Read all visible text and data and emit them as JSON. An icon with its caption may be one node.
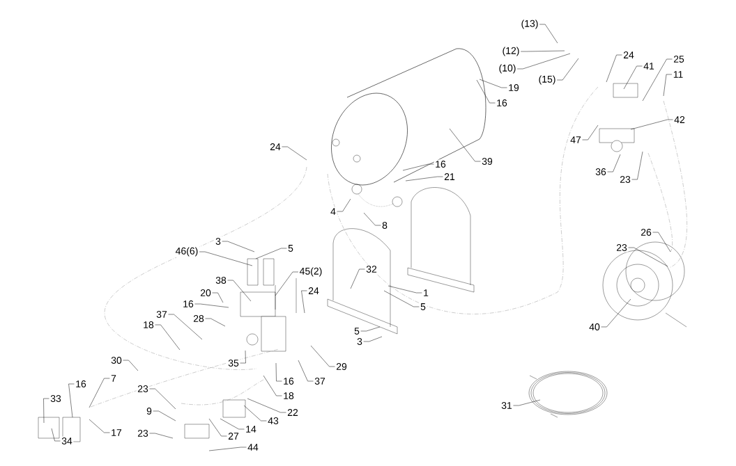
{
  "diagram": {
    "nodes": [
      {
        "text": [
          "(13)"
        ]
      },
      {
        "text": [
          "(12)"
        ]
      },
      {
        "text": [
          "(10)"
        ]
      },
      {
        "text": [
          "(15)"
        ]
      },
      {
        "text": [
          "24"
        ]
      },
      {
        "text": [
          "41"
        ]
      },
      {
        "text": [
          "25"
        ]
      },
      {
        "text": [
          "11"
        ]
      },
      {
        "text": [
          "19"
        ]
      },
      {
        "text": [
          "16"
        ]
      },
      {
        "text": [
          "42"
        ]
      },
      {
        "text": [
          "47"
        ]
      },
      {
        "text": [
          "39"
        ]
      },
      {
        "text": [
          "36"
        ]
      },
      {
        "text": [
          "23"
        ]
      },
      {
        "text": [
          "24"
        ]
      },
      {
        "text": [
          "16"
        ]
      },
      {
        "text": [
          "21"
        ]
      },
      {
        "text": [
          "4"
        ]
      },
      {
        "text": [
          "8"
        ]
      },
      {
        "text": [
          "26"
        ]
      },
      {
        "text": [
          "3"
        ]
      },
      {
        "text": [
          "5"
        ]
      },
      {
        "text": [
          "23"
        ]
      },
      {
        "text": [
          "46(6)"
        ]
      },
      {
        "text": [
          "45(2)"
        ]
      },
      {
        "text": [
          "32"
        ]
      },
      {
        "text": [
          "38"
        ]
      },
      {
        "text": [
          "24"
        ]
      },
      {
        "text": [
          "1"
        ]
      },
      {
        "text": [
          "20"
        ]
      },
      {
        "text": [
          "16"
        ]
      },
      {
        "text": [
          "5"
        ]
      },
      {
        "text": [
          "37"
        ]
      },
      {
        "text": [
          "28"
        ]
      },
      {
        "text": [
          "40"
        ]
      },
      {
        "text": [
          "18"
        ]
      },
      {
        "text": [
          "5"
        ]
      },
      {
        "text": [
          "3"
        ]
      },
      {
        "text": [
          "30"
        ]
      },
      {
        "text": [
          "35"
        ]
      },
      {
        "text": [
          "29"
        ]
      },
      {
        "text": [
          "7"
        ]
      },
      {
        "text": [
          "37"
        ]
      },
      {
        "text": [
          "16"
        ]
      },
      {
        "text": [
          "16"
        ]
      },
      {
        "text": [
          "23"
        ]
      },
      {
        "text": [
          "18"
        ]
      },
      {
        "text": [
          "33"
        ]
      },
      {
        "text": [
          "31"
        ]
      },
      {
        "text": [
          "9"
        ]
      },
      {
        "text": [
          "22"
        ]
      },
      {
        "text": [
          "43"
        ]
      },
      {
        "text": [
          "17"
        ]
      },
      {
        "text": [
          "14"
        ]
      },
      {
        "text": [
          "23"
        ]
      },
      {
        "text": [
          "27"
        ]
      },
      {
        "text": [
          "34"
        ]
      },
      {
        "text": [
          "44"
        ]
      }
    ],
    "edges": [
      {
        "from": 0,
        "to": null,
        "arrow": "none"
      },
      {
        "from": 1,
        "to": null,
        "arrow": "none"
      },
      {
        "from": 2,
        "to": null,
        "arrow": "none"
      },
      {
        "from": 3,
        "to": null,
        "arrow": "none"
      },
      {
        "from": 4,
        "to": null,
        "arrow": "none"
      },
      {
        "from": 5,
        "to": null,
        "arrow": "none"
      },
      {
        "from": 6,
        "to": null,
        "arrow": "none"
      },
      {
        "from": 7,
        "to": null,
        "arrow": "none"
      },
      {
        "from": 8,
        "to": null,
        "arrow": "none"
      },
      {
        "from": 9,
        "to": null,
        "arrow": "none"
      },
      {
        "from": 10,
        "to": null,
        "arrow": "none"
      },
      {
        "from": 11,
        "to": null,
        "arrow": "none"
      },
      {
        "from": 12,
        "to": null,
        "arrow": "none"
      },
      {
        "from": 13,
        "to": null,
        "arrow": "none"
      },
      {
        "from": 14,
        "to": null,
        "arrow": "none"
      },
      {
        "from": 15,
        "to": null,
        "arrow": "none"
      },
      {
        "from": 16,
        "to": null,
        "arrow": "none"
      },
      {
        "from": 17,
        "to": null,
        "arrow": "none"
      },
      {
        "from": 18,
        "to": null,
        "arrow": "none"
      },
      {
        "from": 19,
        "to": null,
        "arrow": "none"
      },
      {
        "from": 20,
        "to": null,
        "arrow": "none"
      },
      {
        "from": 21,
        "to": null,
        "arrow": "none"
      },
      {
        "from": 22,
        "to": null,
        "arrow": "none"
      },
      {
        "from": 23,
        "to": null,
        "arrow": "none"
      },
      {
        "from": 24,
        "to": null,
        "arrow": "none"
      },
      {
        "from": 25,
        "to": null,
        "arrow": "none"
      },
      {
        "from": 26,
        "to": null,
        "arrow": "none"
      },
      {
        "from": 27,
        "to": null,
        "arrow": "none"
      },
      {
        "from": 28,
        "to": null,
        "arrow": "none"
      },
      {
        "from": 29,
        "to": null,
        "arrow": "none"
      },
      {
        "from": 30,
        "to": null,
        "arrow": "none"
      },
      {
        "from": 31,
        "to": null,
        "arrow": "none"
      },
      {
        "from": 32,
        "to": null,
        "arrow": "none"
      },
      {
        "from": 33,
        "to": null,
        "arrow": "none"
      },
      {
        "from": 34,
        "to": null,
        "arrow": "none"
      },
      {
        "from": 35,
        "to": null,
        "arrow": "none"
      },
      {
        "from": 36,
        "to": null,
        "arrow": "none"
      },
      {
        "from": 37,
        "to": null,
        "arrow": "none"
      },
      {
        "from": 38,
        "to": null,
        "arrow": "none"
      },
      {
        "from": 39,
        "to": null,
        "arrow": "none"
      },
      {
        "from": 40,
        "to": null,
        "arrow": "none"
      },
      {
        "from": 41,
        "to": null,
        "arrow": "none"
      },
      {
        "from": 42,
        "to": null,
        "arrow": "none"
      },
      {
        "from": 43,
        "to": null,
        "arrow": "none"
      },
      {
        "from": 44,
        "to": null,
        "arrow": "none"
      },
      {
        "from": 45,
        "to": null,
        "arrow": "none"
      },
      {
        "from": 46,
        "to": null,
        "arrow": "none"
      },
      {
        "from": 47,
        "to": null,
        "arrow": "none"
      },
      {
        "from": 48,
        "to": null,
        "arrow": "none"
      },
      {
        "from": 49,
        "to": null,
        "arrow": "none"
      },
      {
        "from": 50,
        "to": null,
        "arrow": "none"
      },
      {
        "from": 51,
        "to": null,
        "arrow": "none"
      },
      {
        "from": 52,
        "to": null,
        "arrow": "none"
      },
      {
        "from": 53,
        "to": null,
        "arrow": "none"
      },
      {
        "from": 54,
        "to": null,
        "arrow": "none"
      },
      {
        "from": 55,
        "to": null,
        "arrow": "none"
      },
      {
        "from": 56,
        "to": null,
        "arrow": "none"
      },
      {
        "from": 57,
        "to": null,
        "arrow": "none"
      },
      {
        "from": 58,
        "to": null,
        "arrow": "none"
      }
    ]
  }
}
